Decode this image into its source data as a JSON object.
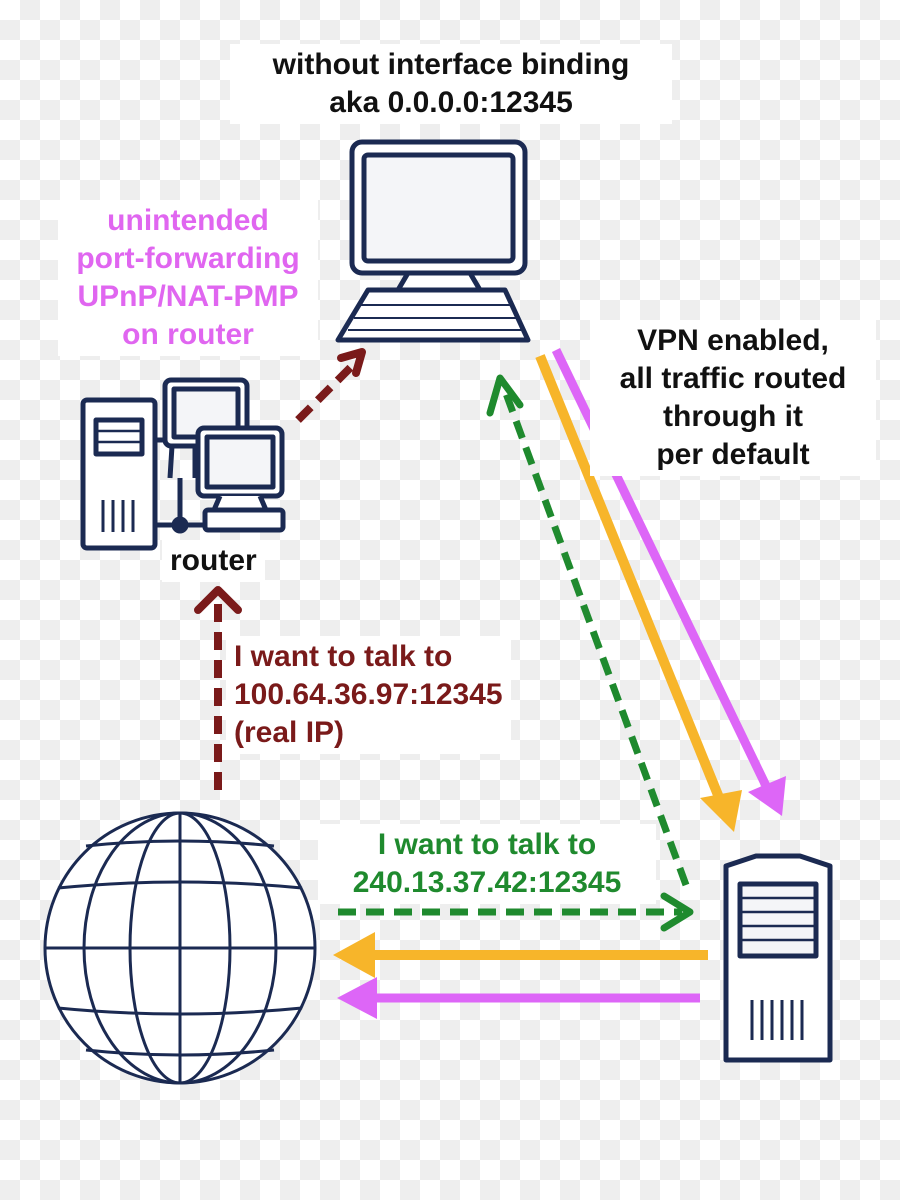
{
  "labels": {
    "top_note": [
      "without interface binding",
      "aka 0.0.0.0:12345"
    ],
    "upnp_note": [
      "unintended",
      "port-forwarding",
      "UPnP/NAT-PMP",
      "on router"
    ],
    "vpn_note": [
      "VPN enabled,",
      "all traffic routed",
      "through it",
      "per default"
    ],
    "router": "router",
    "real_ip_note": [
      "I want to talk to",
      "100.64.36.97:12345",
      "(real IP)"
    ],
    "vpn_ip_note": [
      "I want to talk to",
      "240.13.37.42:12345"
    ]
  },
  "colors": {
    "device_stroke": "#1b2a52",
    "upnp_text": "#e066f0",
    "real_ip_arrow": "#7a1a1a",
    "vpn_ip_arrow": "#1f8a2e",
    "vpn_traffic_orange": "#f7b52a",
    "vpn_traffic_violet": "#dd66f7",
    "text_dark": "#111111"
  },
  "icons": [
    "desktop-computer-icon",
    "router-icon",
    "globe-icon",
    "server-icon"
  ]
}
